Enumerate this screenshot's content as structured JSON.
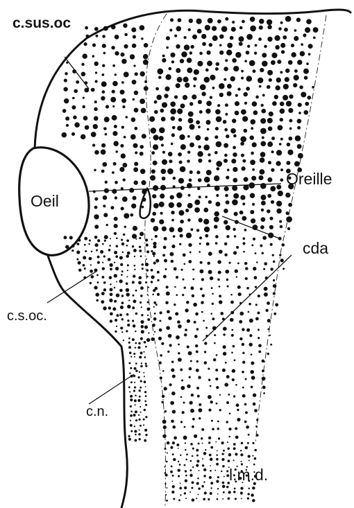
{
  "labels": {
    "c_sus_oc": "c.sus.oc",
    "oeil": "Oeil",
    "oreille": "Oreille",
    "cda": "cda",
    "c_s_oc": "c.s.oc.",
    "cn": "c.n.",
    "lmd": "l.m.d."
  },
  "colors": {
    "ink": "#111111",
    "paper": "#ffffff"
  }
}
